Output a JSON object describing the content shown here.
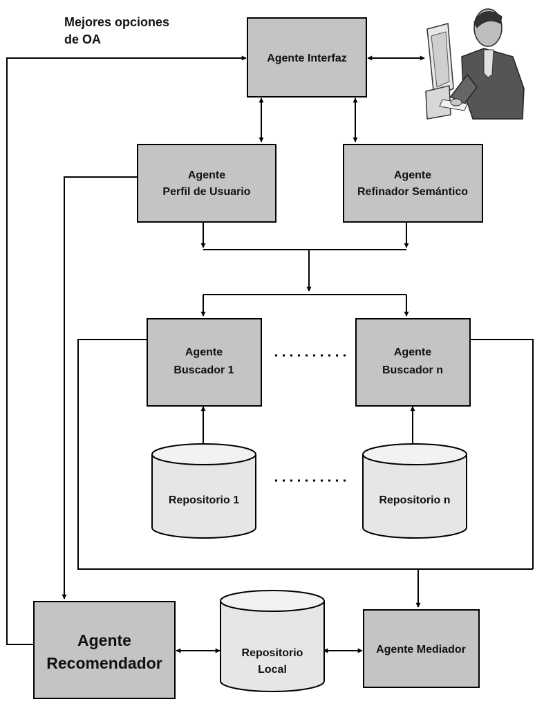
{
  "header_label": {
    "line1": "Mejores opciones",
    "line2": "de OA"
  },
  "agents": {
    "interfaz": {
      "line1": "Agente Interfaz"
    },
    "perfil": {
      "line1": "Agente",
      "line2": "Perfil de Usuario"
    },
    "refinador": {
      "line1": "Agente",
      "line2": "Refinador Semántico"
    },
    "buscador1": {
      "line1": "Agente",
      "line2": "Buscador 1"
    },
    "buscadorn": {
      "line1": "Agente",
      "line2": "Buscador n"
    },
    "recomendador": {
      "line1": "Agente",
      "line2": "Recomendador"
    },
    "mediador": {
      "line1": "Agente Mediador"
    }
  },
  "repositories": {
    "repo1": {
      "line1": "Repositorio 1"
    },
    "repon": {
      "line1": "Repositorio n"
    },
    "local": {
      "line1": "Repositorio",
      "line2": "Local"
    }
  },
  "user_icon": "user-at-computer-icon",
  "colors": {
    "agent_fill": "#c4c4c4",
    "repository_fill": "#e6e6e6",
    "line": "#000000"
  }
}
